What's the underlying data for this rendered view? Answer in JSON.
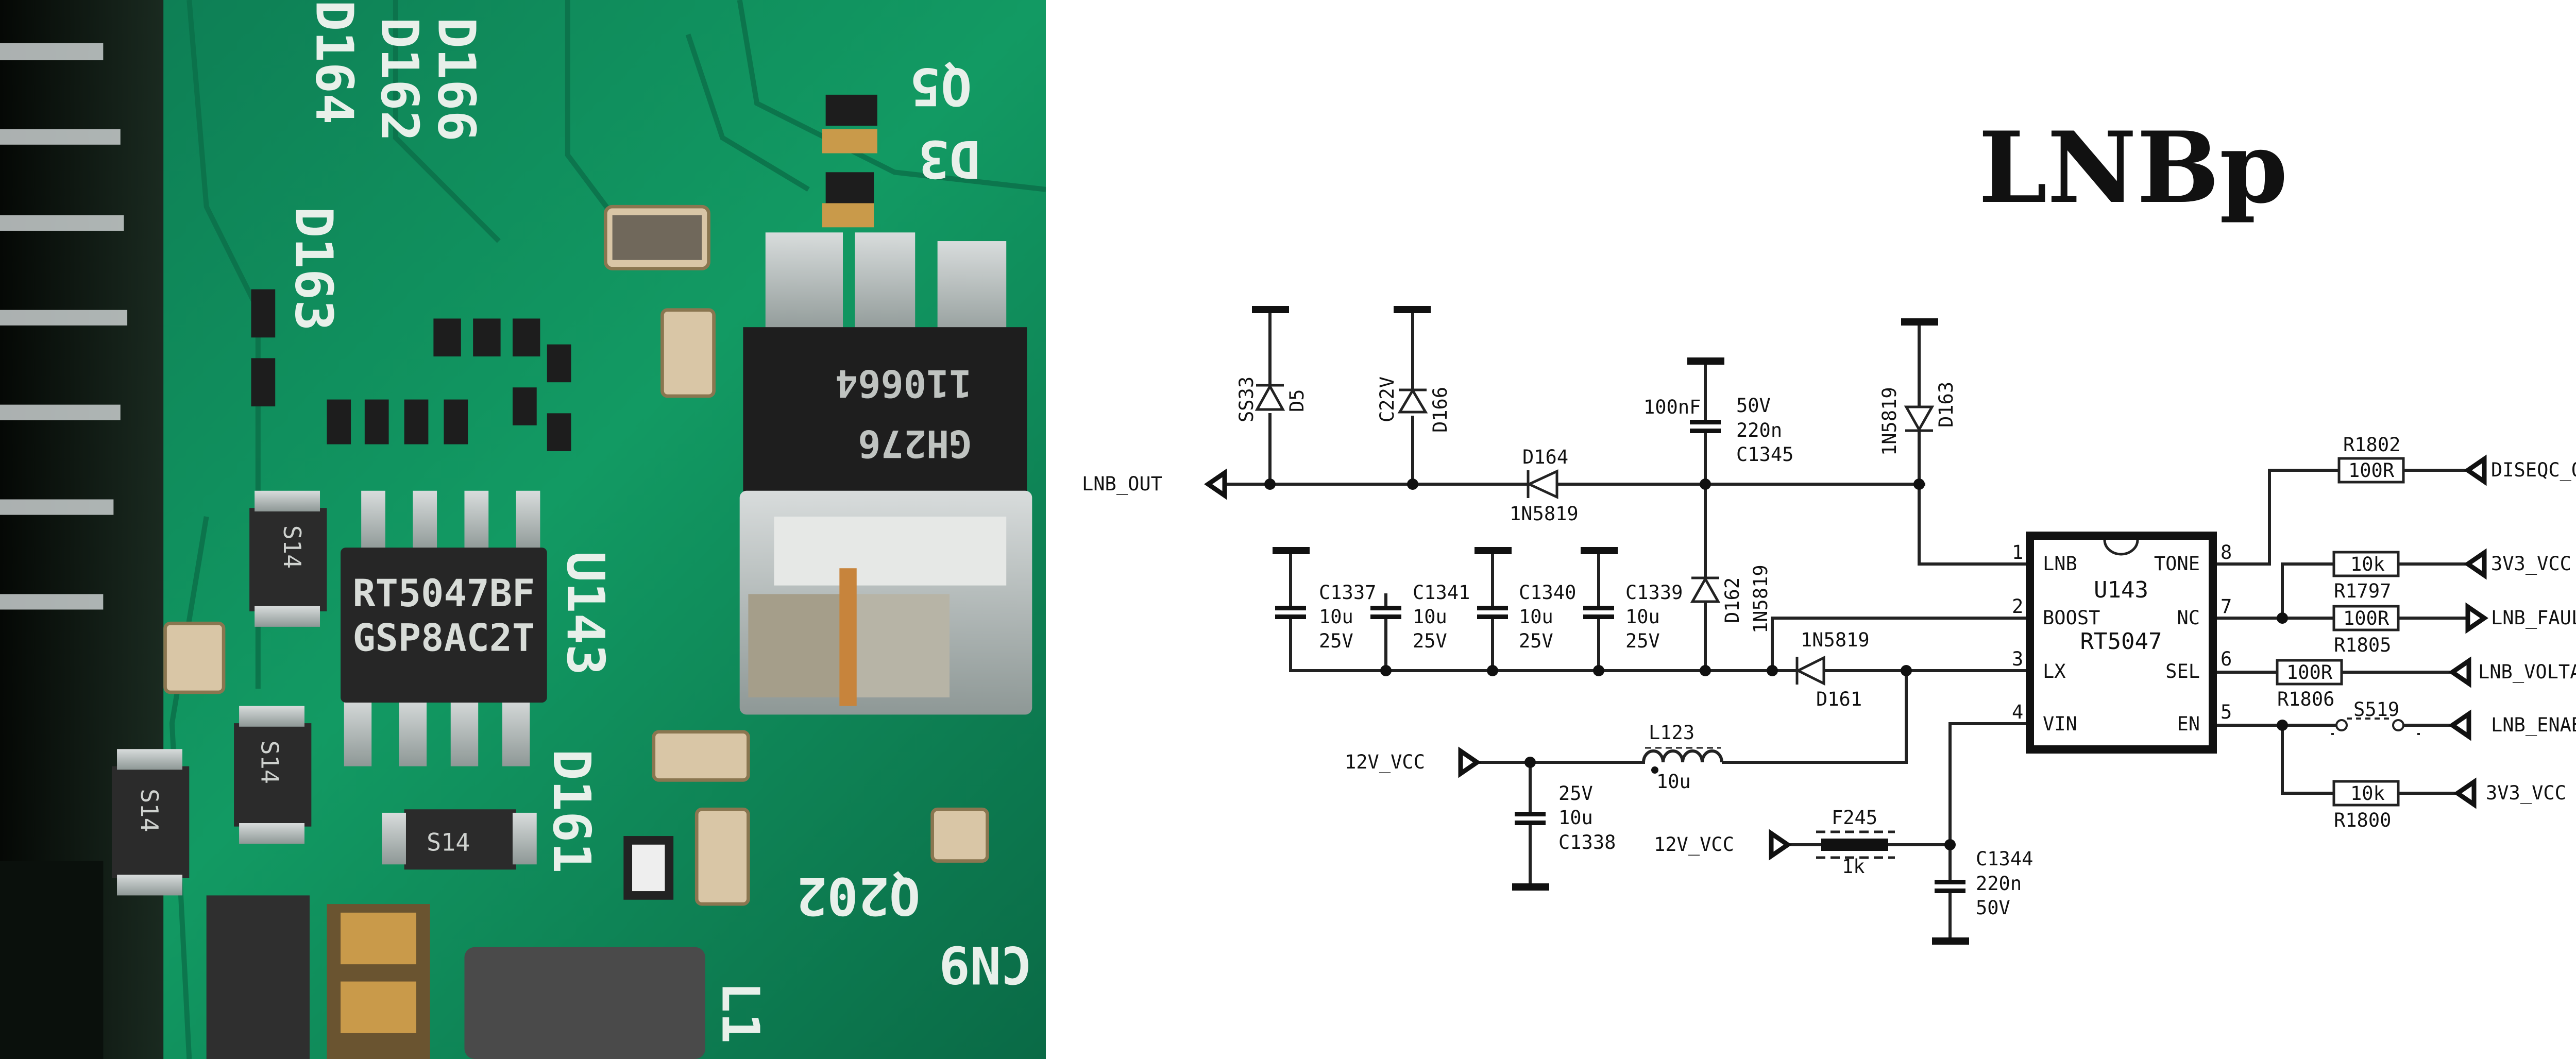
{
  "title": "LNBp",
  "photo": {
    "silk_labels": [
      "D166",
      "D162",
      "D164",
      "D163",
      "Q5",
      "D3",
      "U143",
      "D161",
      "Q202",
      "CN9",
      "L1"
    ],
    "chip_top": "RT5047BF",
    "chip_bottom": "GSP8AC2T",
    "inductor_line1": "110664",
    "inductor_line2": "GH276",
    "diode_mark": "S14"
  },
  "chip": {
    "ref": "U143",
    "part": "RT5047",
    "pins": {
      "lnb": {
        "num": "1",
        "name": "LNB"
      },
      "boost": {
        "num": "2",
        "name": "BOOST"
      },
      "lx": {
        "num": "3",
        "name": "LX"
      },
      "vin": {
        "num": "4",
        "name": "VIN"
      },
      "en": {
        "num": "5",
        "name": "EN"
      },
      "sel": {
        "num": "6",
        "name": "SEL"
      },
      "nc": {
        "num": "7",
        "name": "NC"
      },
      "tone": {
        "num": "8",
        "name": "TONE"
      }
    }
  },
  "nets": {
    "lnb_out": "LNB_OUT",
    "diseqc_out": "DISEQC_OUT",
    "v3v3_a": "3V3_VCC",
    "lnb_fault": "LNB_FAULT",
    "lnb_voltage": "LNB_VOLTAGE",
    "lnb_enable": "LNB_ENABLE",
    "v3v3_b": "3V3_VCC",
    "v12_a": "12V_VCC",
    "v12_b": "12V_VCC"
  },
  "parts": {
    "d5": {
      "ref": "D5",
      "val": "SS33"
    },
    "d166": {
      "ref": "D166",
      "val": "C22V"
    },
    "d164": {
      "ref": "D164",
      "val": "1N5819"
    },
    "c1345": {
      "ref": "C1345",
      "v1": "100nF",
      "v2": "50V",
      "v3": "220n"
    },
    "d163": {
      "ref": "D163",
      "val": "1N5819"
    },
    "d162": {
      "ref": "D162",
      "val": "1N5819"
    },
    "d161": {
      "ref": "D161",
      "val": "1N5819"
    },
    "c1337": {
      "ref": "C1337",
      "val": "10u",
      "volt": "25V"
    },
    "c1341": {
      "ref": "C1341",
      "val": "10u",
      "volt": "25V"
    },
    "c1340": {
      "ref": "C1340",
      "val": "10u",
      "volt": "25V"
    },
    "c1339": {
      "ref": "C1339",
      "val": "10u",
      "volt": "25V"
    },
    "l123": {
      "ref": "L123",
      "val": "10u"
    },
    "c1338": {
      "ref": "C1338",
      "val": "10u",
      "volt": "25V"
    },
    "f245": {
      "ref": "F245",
      "val": "1k"
    },
    "c1344": {
      "ref": "C1344",
      "val": "220n",
      "volt": "50V"
    },
    "r1802": {
      "ref": "R1802",
      "val": "100R"
    },
    "r1797": {
      "ref": "R1797",
      "val": "10k"
    },
    "r1805": {
      "ref": "R1805",
      "val": "100R"
    },
    "r1806": {
      "ref": "R1806",
      "val": "100R"
    },
    "s519": {
      "ref": "S519"
    },
    "r1800": {
      "ref": "R1800",
      "val": "10k"
    }
  }
}
